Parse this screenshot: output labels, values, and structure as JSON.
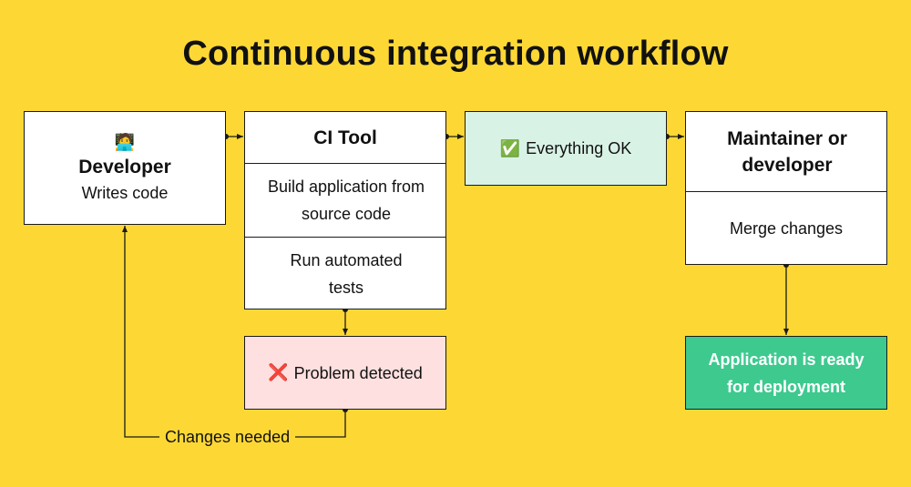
{
  "title": "Continuous integration workflow",
  "developer": {
    "emoji": "🧑‍💻",
    "title": "Developer",
    "subtitle": "Writes code"
  },
  "ci_tool": {
    "title": "CI Tool",
    "step1": "Build application from source code",
    "step2": "Run automated tests"
  },
  "ok": {
    "icon": "✅",
    "label": "Everything OK",
    "bg": "#d9f2e6"
  },
  "problem": {
    "icon": "❌",
    "label": "Problem detected",
    "bg": "#fde0df"
  },
  "maintainer": {
    "title": "Maintainer or developer",
    "action": "Merge changes"
  },
  "deploy": {
    "label": "Application is ready for deployment",
    "bg": "#3ec98f"
  },
  "edges": {
    "changes_needed": "Changes needed"
  },
  "colors": {
    "background": "#fdd835",
    "border": "#1a1a1a"
  }
}
